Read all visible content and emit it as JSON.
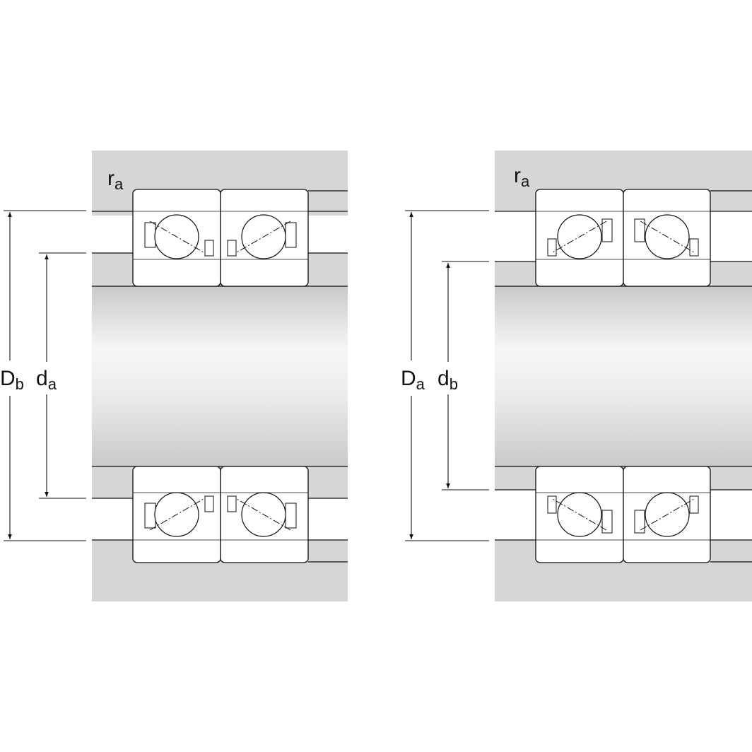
{
  "colors": {
    "housing": "#d6d6d6",
    "shaft_light": "#f6f6f6",
    "shaft_dark": "#c9c9c9",
    "line": "#111111",
    "ring": "#ffffff"
  },
  "left": {
    "fillet": {
      "main": "r",
      "sub": "a"
    },
    "outer_dim": {
      "main": "D",
      "sub": "b"
    },
    "inner_dim": {
      "main": "d",
      "sub": "a"
    }
  },
  "right": {
    "fillet": {
      "main": "r",
      "sub": "a"
    },
    "outer_dim": {
      "main": "D",
      "sub": "a"
    },
    "inner_dim": {
      "main": "d",
      "sub": "b"
    }
  }
}
